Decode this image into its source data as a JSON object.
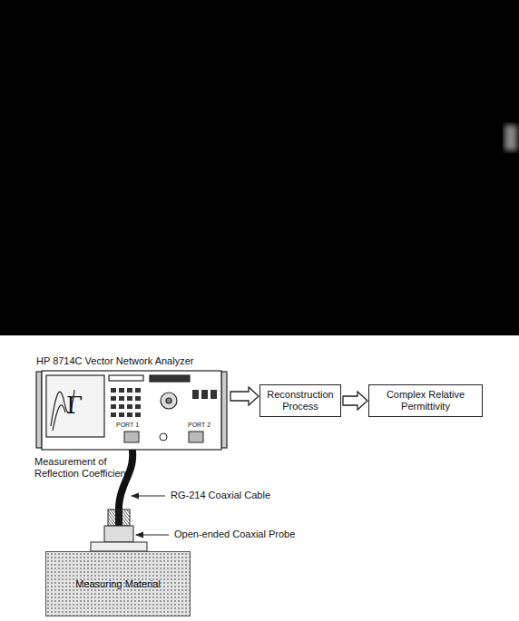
{
  "diagram": {
    "nodes": [
      {
        "text": [
          "HP 8714C Vector Network Analyzer"
        ]
      },
      {
        "text": [
          "Reconstruction Process"
        ]
      },
      {
        "text": [
          "Complex Relative Permittivity"
        ]
      },
      {
        "text": [
          "Measuring Material"
        ]
      }
    ],
    "edges": [
      {
        "from": 0,
        "to": 1,
        "arrow": "to"
      },
      {
        "from": 1,
        "to": 2,
        "arrow": "to"
      },
      {
        "from": 0,
        "to": 3,
        "arrow": "none"
      }
    ],
    "labels": [
      "Γ",
      "PORT 1",
      "PORT 2",
      "Measurement of Reflection Coefficient",
      "RG-214 Coaxial Cable",
      "Open-ended Coaxial Probe"
    ]
  }
}
